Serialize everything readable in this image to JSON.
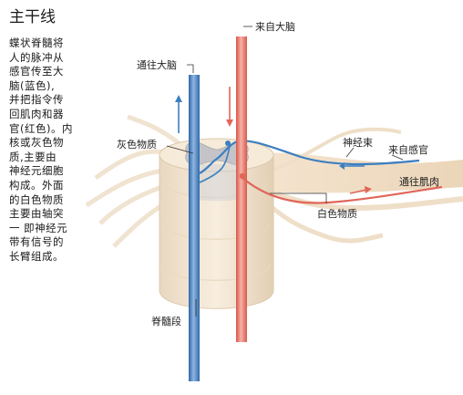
{
  "sidebar": {
    "title": "主干线",
    "lines": [
      "蝶状脊髓将",
      "人的脉冲从",
      "感官传至大",
      "脑(蓝色),",
      "并把指令传",
      "回肌肉和器",
      "官(红色)。内",
      "核或灰色物",
      "质,主要由",
      "神经元细胞",
      "构成。外面",
      "的白色物质",
      "主要由轴突",
      "一 即神经元",
      "带有信号的",
      "长臂组成。"
    ]
  },
  "labels": {
    "from_brain": "来自大脑",
    "to_brain": "通往大脑",
    "gray_matter": "灰色物质",
    "nerve_bundle": "神经束",
    "from_senses": "来自感官",
    "to_muscles": "通往肌肉",
    "white_matter": "白色物质",
    "spinal_segment": "脊髓段"
  },
  "colors": {
    "sensory_blue": "#3d7fc0",
    "motor_red": "#e0665a",
    "white_matter": "#f3e6d2",
    "gray_matter": "#c9c9cc"
  }
}
